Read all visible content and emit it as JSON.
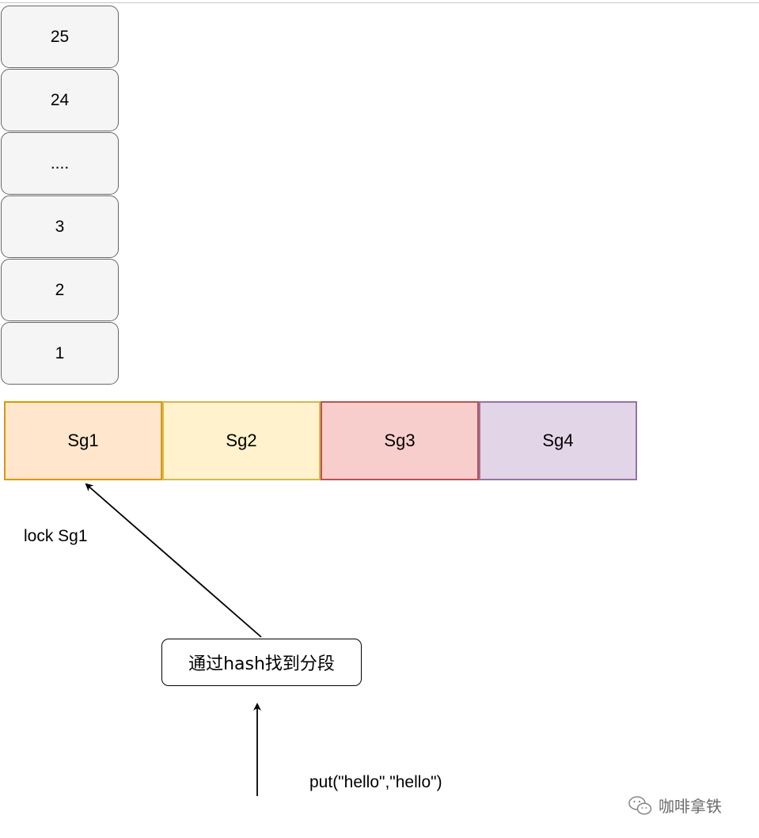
{
  "stack": {
    "items": [
      "25",
      "24",
      "....",
      "3",
      "2",
      "1"
    ]
  },
  "segments": [
    {
      "label": "Sg1",
      "fill": "#ffe6cc",
      "stroke": "#d79b00"
    },
    {
      "label": "Sg2",
      "fill": "#fff2cc",
      "stroke": "#d6b656"
    },
    {
      "label": "Sg3",
      "fill": "#f8cecc",
      "stroke": "#b85450"
    },
    {
      "label": "Sg4",
      "fill": "#e1d5e7",
      "stroke": "#9673a6"
    }
  ],
  "lock_label": "lock Sg1",
  "hash_box": "通过hash找到分段",
  "put_label": "put(\"hello\",\"hello\")",
  "watermark": {
    "text": "咖啡拿铁",
    "icon": "wechat-icon"
  }
}
